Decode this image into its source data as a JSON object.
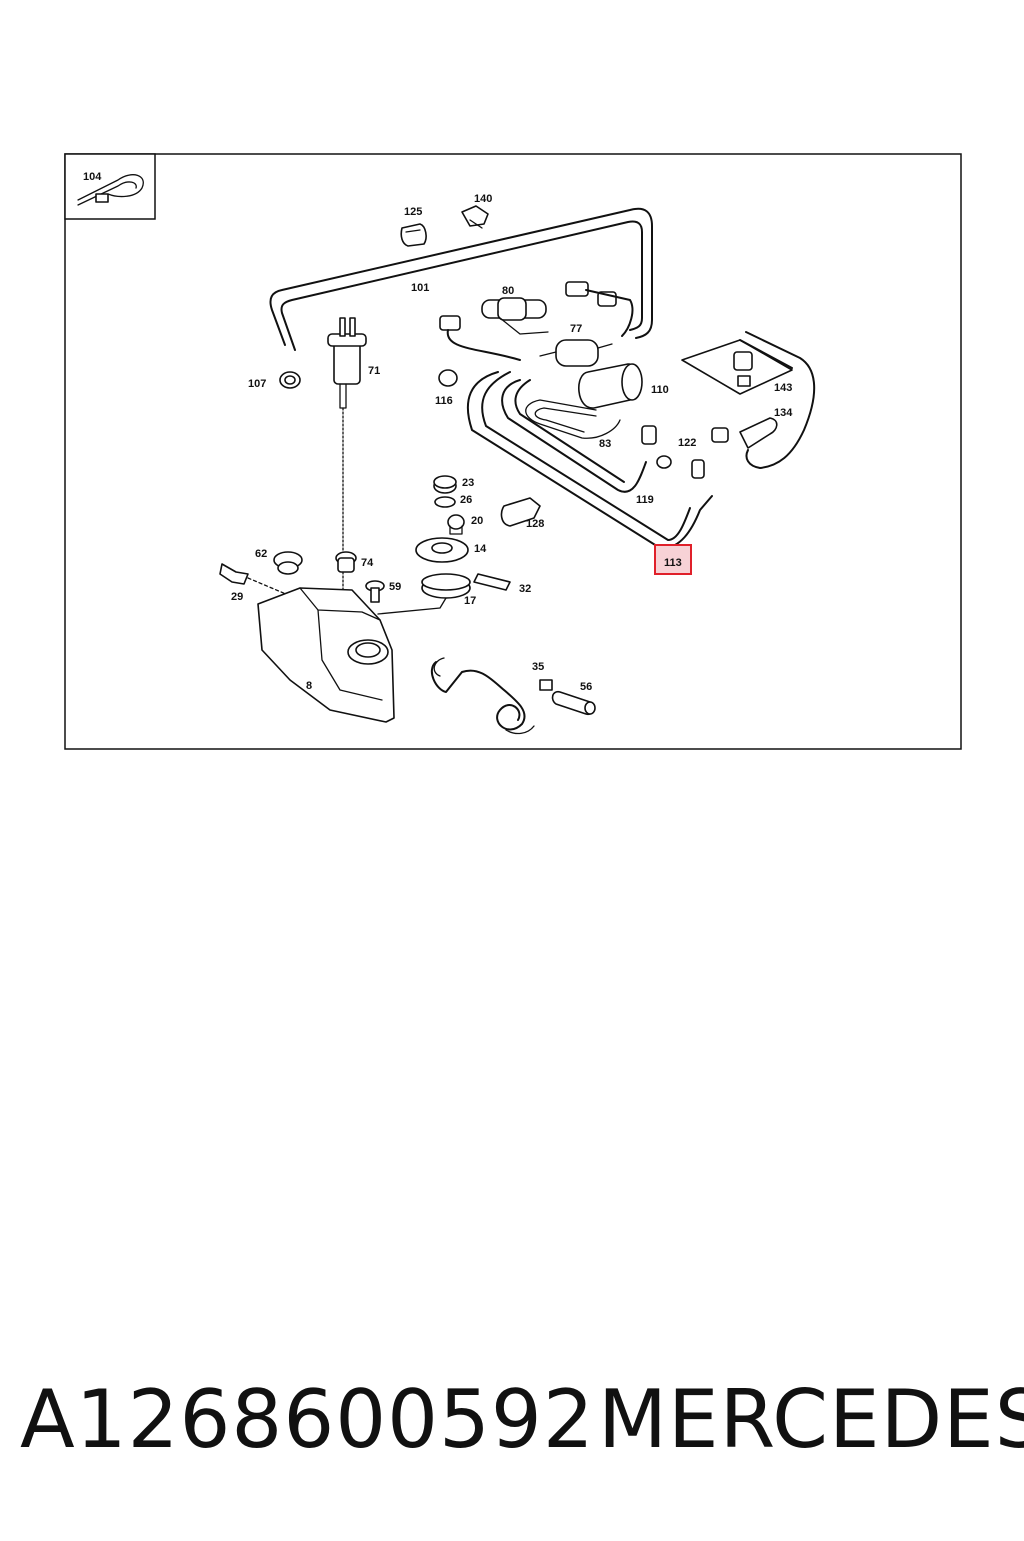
{
  "diagram": {
    "labels": {
      "l104": "104",
      "l125": "125",
      "l140": "140",
      "l101": "101",
      "l80": "80",
      "l77": "77",
      "l71": "71",
      "l107": "107",
      "l116": "116",
      "l110": "110",
      "l143": "143",
      "l134": "134",
      "l83": "83",
      "l122": "122",
      "l23": "23",
      "l26": "26",
      "l20": "20",
      "l128": "128",
      "l119": "119",
      "l14": "14",
      "l62": "62",
      "l74": "74",
      "l59": "59",
      "l32": "32",
      "l17": "17",
      "l29": "29",
      "l8": "8",
      "l35": "35",
      "l56": "56",
      "l113": "113"
    },
    "highlight_color": "#e0202a",
    "highlight_fill": "#f7d2d6"
  },
  "footer": {
    "part_number": "A1268600592",
    "brand": "MERCEDES"
  }
}
